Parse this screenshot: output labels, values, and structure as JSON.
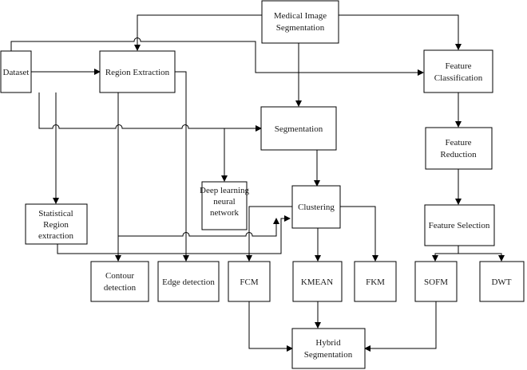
{
  "diagram": {
    "nodes": {
      "medical_image_segmentation": "Medical Image Segmentation",
      "dataset": "Dataset",
      "region_extraction": "Region Extraction",
      "feature_classification": "Feature Classification",
      "segmentation": "Segmentation",
      "feature_reduction": "Feature Reduction",
      "deep_learning": "Deep learning neural network",
      "clustering": "Clustering",
      "statistical_region": "Statistical Region extraction",
      "feature_selection": "Feature Selection",
      "contour_detection": "Contour detection",
      "edge_detection": "Edge detection",
      "fcm": "FCM",
      "kmean": "KMEAN",
      "fkm": "FKM",
      "sofm": "SOFM",
      "dwt": "DWT",
      "hybrid_segmentation": "Hybrid Segmentation"
    },
    "colors": {
      "line": "#000000",
      "box_fill": "#ffffff",
      "text": "#1a1a1a"
    }
  }
}
